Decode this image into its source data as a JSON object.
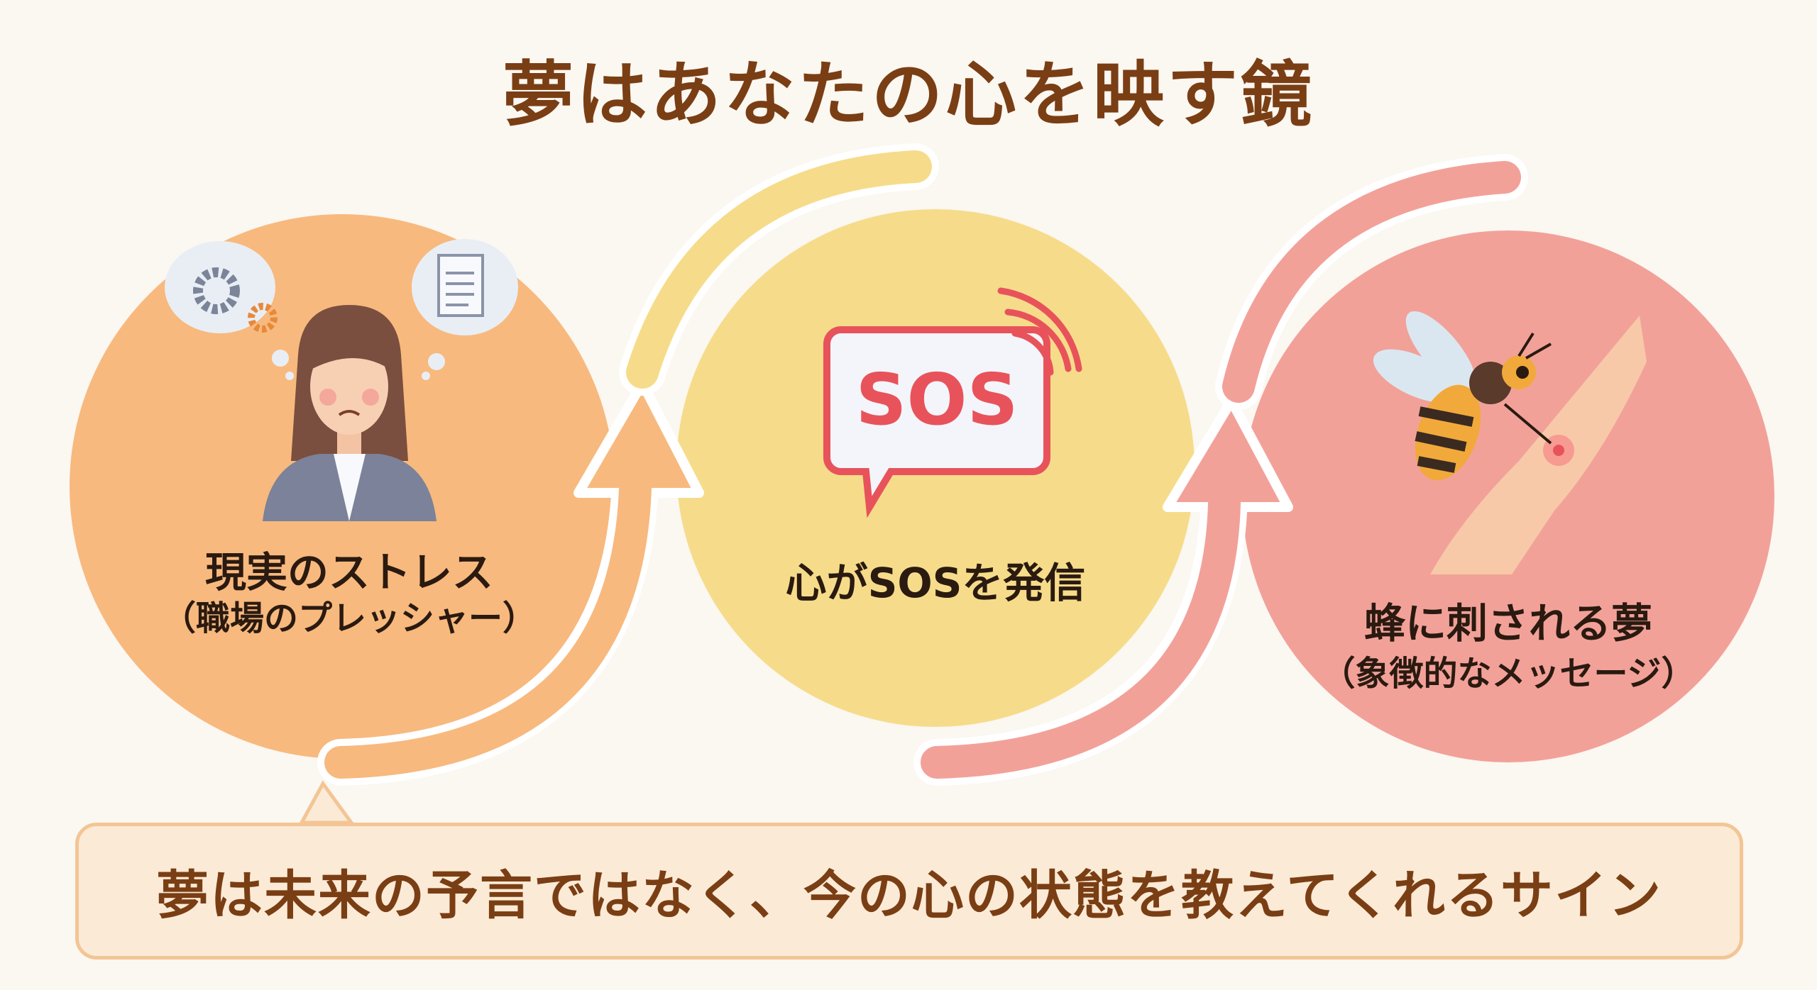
{
  "title": "夢はあなたの心を映す鏡",
  "steps": [
    {
      "label": "現実のストレス",
      "sublabel": "（職場のプレッシャー）",
      "icon": "stressed-woman-icon",
      "color": "#f8b97e"
    },
    {
      "label": "心がSOSを発信",
      "icon": "sos-bubble-icon",
      "icon_text": "SOS",
      "color": "#f6dc8a"
    },
    {
      "label": "蜂に刺される夢",
      "sublabel": "（象徴的なメッセージ）",
      "icon": "bee-sting-icon",
      "color": "#f2a199"
    }
  ],
  "message": "夢は未来の予言ではなく、今の心の状態を教えてくれるサイン",
  "colors": {
    "title": "#7a3e14",
    "background": "#fbf7f1",
    "message_box": "#fbead6",
    "message_border": "#f3c594"
  }
}
